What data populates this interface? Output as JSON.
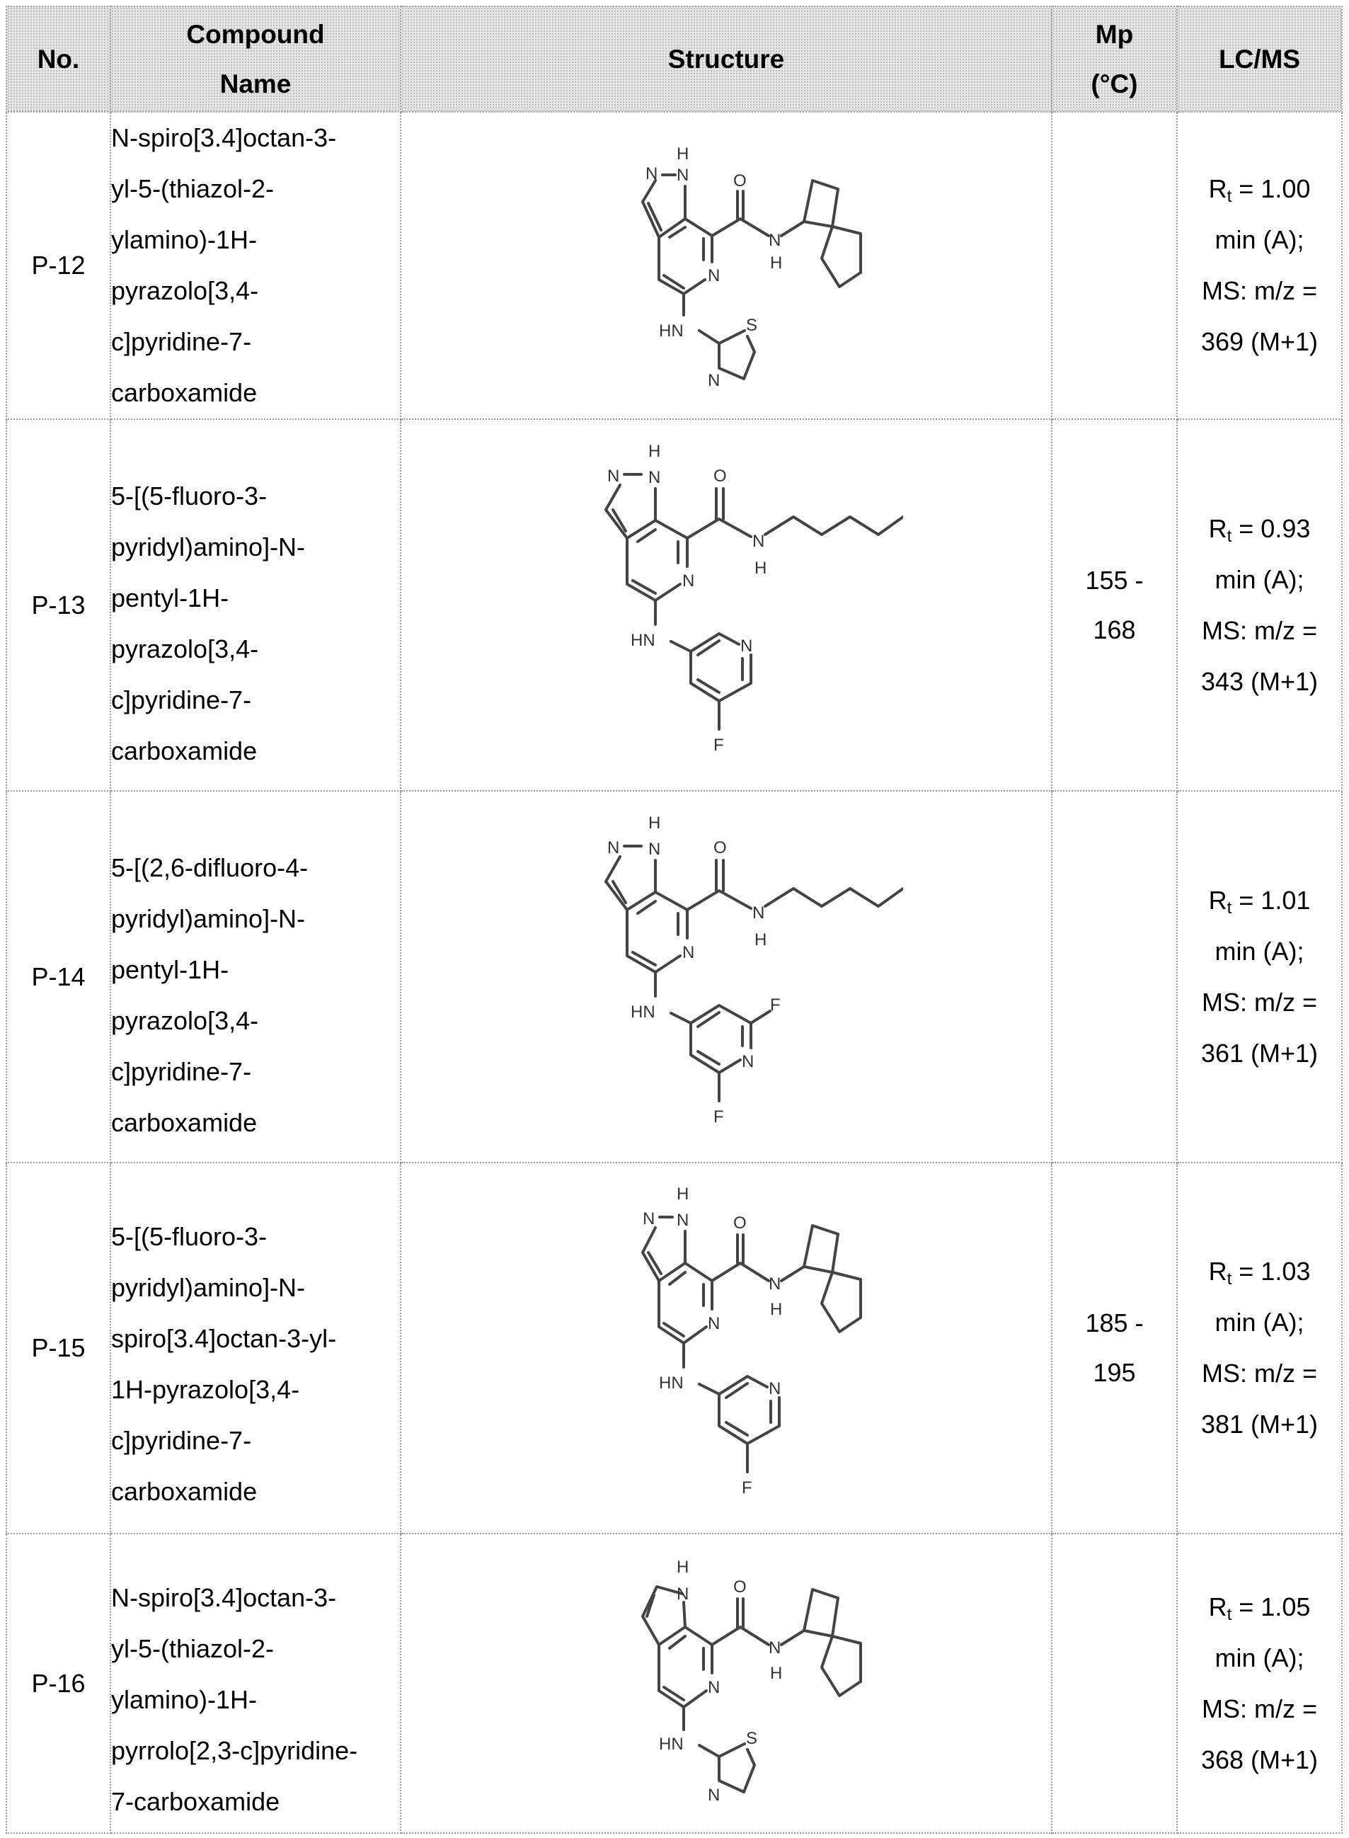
{
  "table": {
    "headers": {
      "no": "No.",
      "name_line1": "Compound",
      "name_line2": "Name",
      "structure": "Structure",
      "mp_line1": "Mp",
      "mp_line2": "(°C)",
      "lcms": "LC/MS"
    },
    "rows": [
      {
        "no": "P-12",
        "name_lines": [
          "N-spiro[3.4]octan-3-",
          "yl-5-(thiazol-2-",
          "ylamino)-1H-",
          "pyrazolo[3,4-",
          "c]pyridine-7-",
          "carboxamide"
        ],
        "structure": {
          "core": "pyrazolo[3,4-c]pyridine",
          "amine_substituent": "thiazol-2-yl",
          "amide_substituent": "spiro[3.4]octan-3-yl",
          "labels": {
            "nh_top": "H",
            "n_ring": "N",
            "n_pyr": "N",
            "o": "O",
            "amide_n": "N",
            "amide_h": "H",
            "hn": "HN",
            "s": "S",
            "n_thz": "N"
          }
        },
        "mp": "",
        "lcms": {
          "rt_label": "R",
          "rt_sub": "t",
          "rt_value": " = 1.00",
          "line2": "min (A);",
          "line3": "MS: m/z =",
          "line4": "369 (M+1)"
        }
      },
      {
        "no": "P-13",
        "name_lines": [
          "5-[(5-fluoro-3-",
          "pyridyl)amino]-N-",
          "pentyl-1H-",
          "pyrazolo[3,4-",
          "c]pyridine-7-",
          "carboxamide"
        ],
        "structure": {
          "core": "pyrazolo[3,4-c]pyridine",
          "amine_substituent": "5-fluoro-3-pyridyl",
          "amide_substituent": "pentyl",
          "labels": {
            "nh_top": "H",
            "n_ring": "N",
            "n_pyr": "N",
            "o": "O",
            "amide_n": "N",
            "amide_h": "H",
            "hn": "HN",
            "n_ar": "N",
            "f1": "F"
          }
        },
        "mp_line1": "155 -",
        "mp_line2": "168",
        "lcms": {
          "rt_label": "R",
          "rt_sub": "t",
          "rt_value": " = 0.93",
          "line2": "min (A);",
          "line3": "MS: m/z =",
          "line4": "343 (M+1)"
        }
      },
      {
        "no": "P-14",
        "name_lines": [
          "5-[(2,6-difluoro-4-",
          "pyridyl)amino]-N-",
          "pentyl-1H-",
          "pyrazolo[3,4-",
          "c]pyridine-7-",
          "carboxamide"
        ],
        "structure": {
          "core": "pyrazolo[3,4-c]pyridine",
          "amine_substituent": "2,6-difluoro-4-pyridyl",
          "amide_substituent": "pentyl",
          "labels": {
            "nh_top": "H",
            "n_ring": "N",
            "n_pyr": "N",
            "o": "O",
            "amide_n": "N",
            "amide_h": "H",
            "hn": "HN",
            "n_ar": "N",
            "f1": "F",
            "f2": "F"
          }
        },
        "mp": "",
        "lcms": {
          "rt_label": "R",
          "rt_sub": "t",
          "rt_value": " = 1.01",
          "line2": "min (A);",
          "line3": "MS: m/z =",
          "line4": "361 (M+1)"
        }
      },
      {
        "no": "P-15",
        "name_lines": [
          "5-[(5-fluoro-3-",
          "pyridyl)amino]-N-",
          "spiro[3.4]octan-3-yl-",
          "1H-pyrazolo[3,4-",
          "c]pyridine-7-",
          "carboxamide"
        ],
        "structure": {
          "core": "pyrazolo[3,4-c]pyridine",
          "amine_substituent": "5-fluoro-3-pyridyl",
          "amide_substituent": "spiro[3.4]octan-3-yl",
          "labels": {
            "nh_top": "H",
            "n_ring": "N",
            "n_pyr": "N",
            "o": "O",
            "amide_n": "N",
            "amide_h": "H",
            "hn": "HN",
            "n_ar": "N",
            "f1": "F"
          }
        },
        "mp_line1": "185 -",
        "mp_line2": "195",
        "lcms": {
          "rt_label": "R",
          "rt_sub": "t",
          "rt_value": " = 1.03",
          "line2": "min (A);",
          "line3": "MS: m/z =",
          "line4": "381 (M+1)"
        }
      },
      {
        "no": "P-16",
        "name_lines": [
          "N-spiro[3.4]octan-3-",
          "yl-5-(thiazol-2-",
          "ylamino)-1H-",
          "pyrrolo[2,3-c]pyridine-",
          "7-carboxamide"
        ],
        "structure": {
          "core": "pyrrolo[2,3-c]pyridine",
          "amine_substituent": "thiazol-2-yl",
          "amide_substituent": "spiro[3.4]octan-3-yl",
          "labels": {
            "nh_top": "H",
            "n_ring": "N",
            "n_pyr": "N",
            "o": "O",
            "amide_n": "N",
            "amide_h": "H",
            "hn": "HN",
            "s": "S",
            "n_thz": "N"
          }
        },
        "mp": "",
        "lcms": {
          "rt_label": "R",
          "rt_sub": "t",
          "rt_value": " = 1.05",
          "line2": "min (A);",
          "line3": "MS: m/z =",
          "line4": "368 (M+1)"
        }
      }
    ]
  }
}
